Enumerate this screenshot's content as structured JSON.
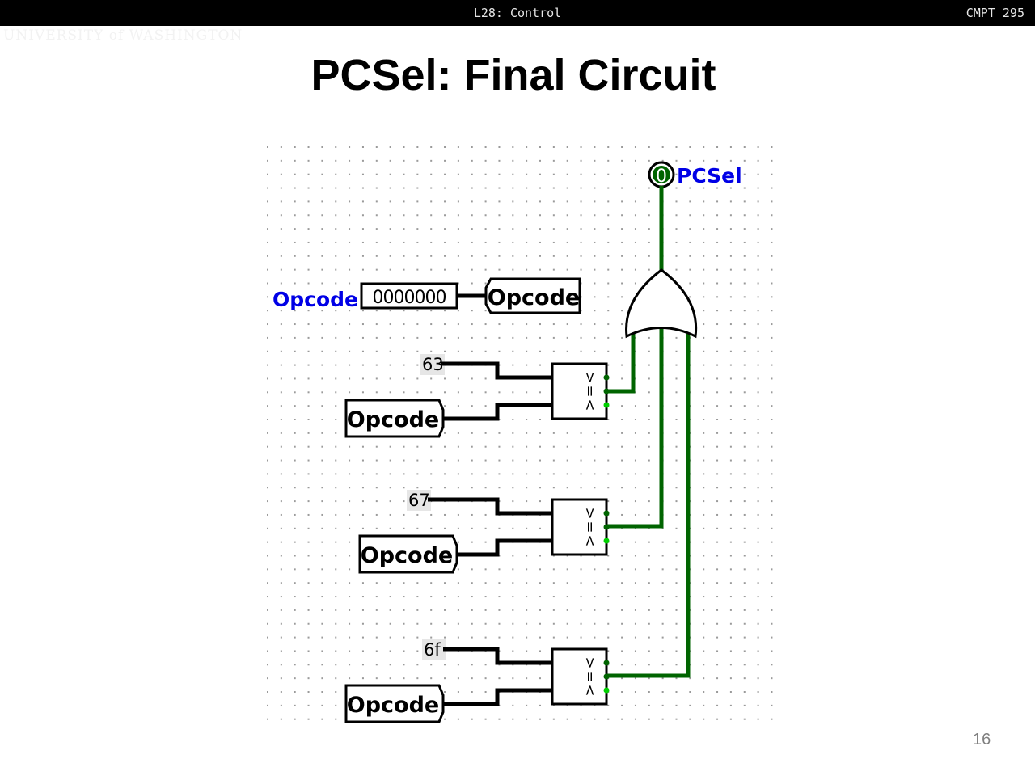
{
  "header": {
    "lecture": "L28: Control",
    "course": "CMPT 295",
    "logo_text": "UNIVERSITY of WASHINGTON"
  },
  "slide": {
    "title": "PCSel: Final Circuit",
    "page_number": "16"
  },
  "circuit": {
    "output": {
      "label": "PCSel",
      "value": "0"
    },
    "input": {
      "label": "Opcode",
      "value": "0000000"
    },
    "tunnel_label": "Opcode",
    "or_gate": {
      "type": "OR",
      "inputs": 3
    },
    "comparators": [
      {
        "constant": "63",
        "tunnel": "Opcode",
        "outputs": [
          ">",
          "=",
          "<"
        ]
      },
      {
        "constant": "67",
        "tunnel": "Opcode",
        "outputs": [
          ">",
          "=",
          "<"
        ]
      },
      {
        "constant": "6f",
        "tunnel": "Opcode",
        "outputs": [
          ">",
          "=",
          "<"
        ]
      }
    ],
    "colors": {
      "wire_active": "#006400",
      "wire_bus": "#000000",
      "label": "#0000e6",
      "pin_low": "#00d000",
      "pin_high": "#006400"
    }
  }
}
